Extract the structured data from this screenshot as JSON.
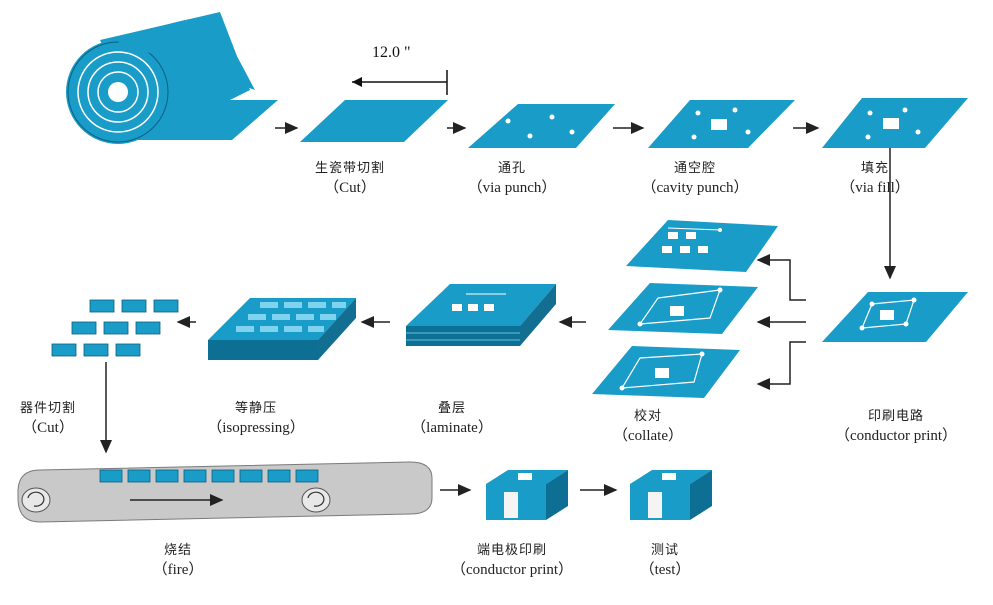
{
  "dimension_label": "12.0 \"",
  "steps": [
    {
      "cn": "生瓷带切割",
      "en": "（Cut）"
    },
    {
      "cn": "通孔",
      "en": "（via  punch）"
    },
    {
      "cn": "通空腔",
      "en": "（cavity punch）"
    },
    {
      "cn": "填充",
      "en": "（via fill）"
    },
    {
      "cn": "印刷电路",
      "en": "（conductor print）"
    },
    {
      "cn": "校对",
      "en": "（collate）"
    },
    {
      "cn": "叠层",
      "en": "（laminate）"
    },
    {
      "cn": "等静压",
      "en": "（isopressing）"
    },
    {
      "cn": "器件切割",
      "en": "（Cut）"
    },
    {
      "cn": "烧结",
      "en": "（fire）"
    },
    {
      "cn": "端电极印刷",
      "en": "（conductor print）"
    },
    {
      "cn": "测试",
      "en": "（test）"
    }
  ],
  "colors": {
    "sheet": "#1a9cc8",
    "sheet_dark": "#0d6f93",
    "belt": "#c9c9c9"
  }
}
